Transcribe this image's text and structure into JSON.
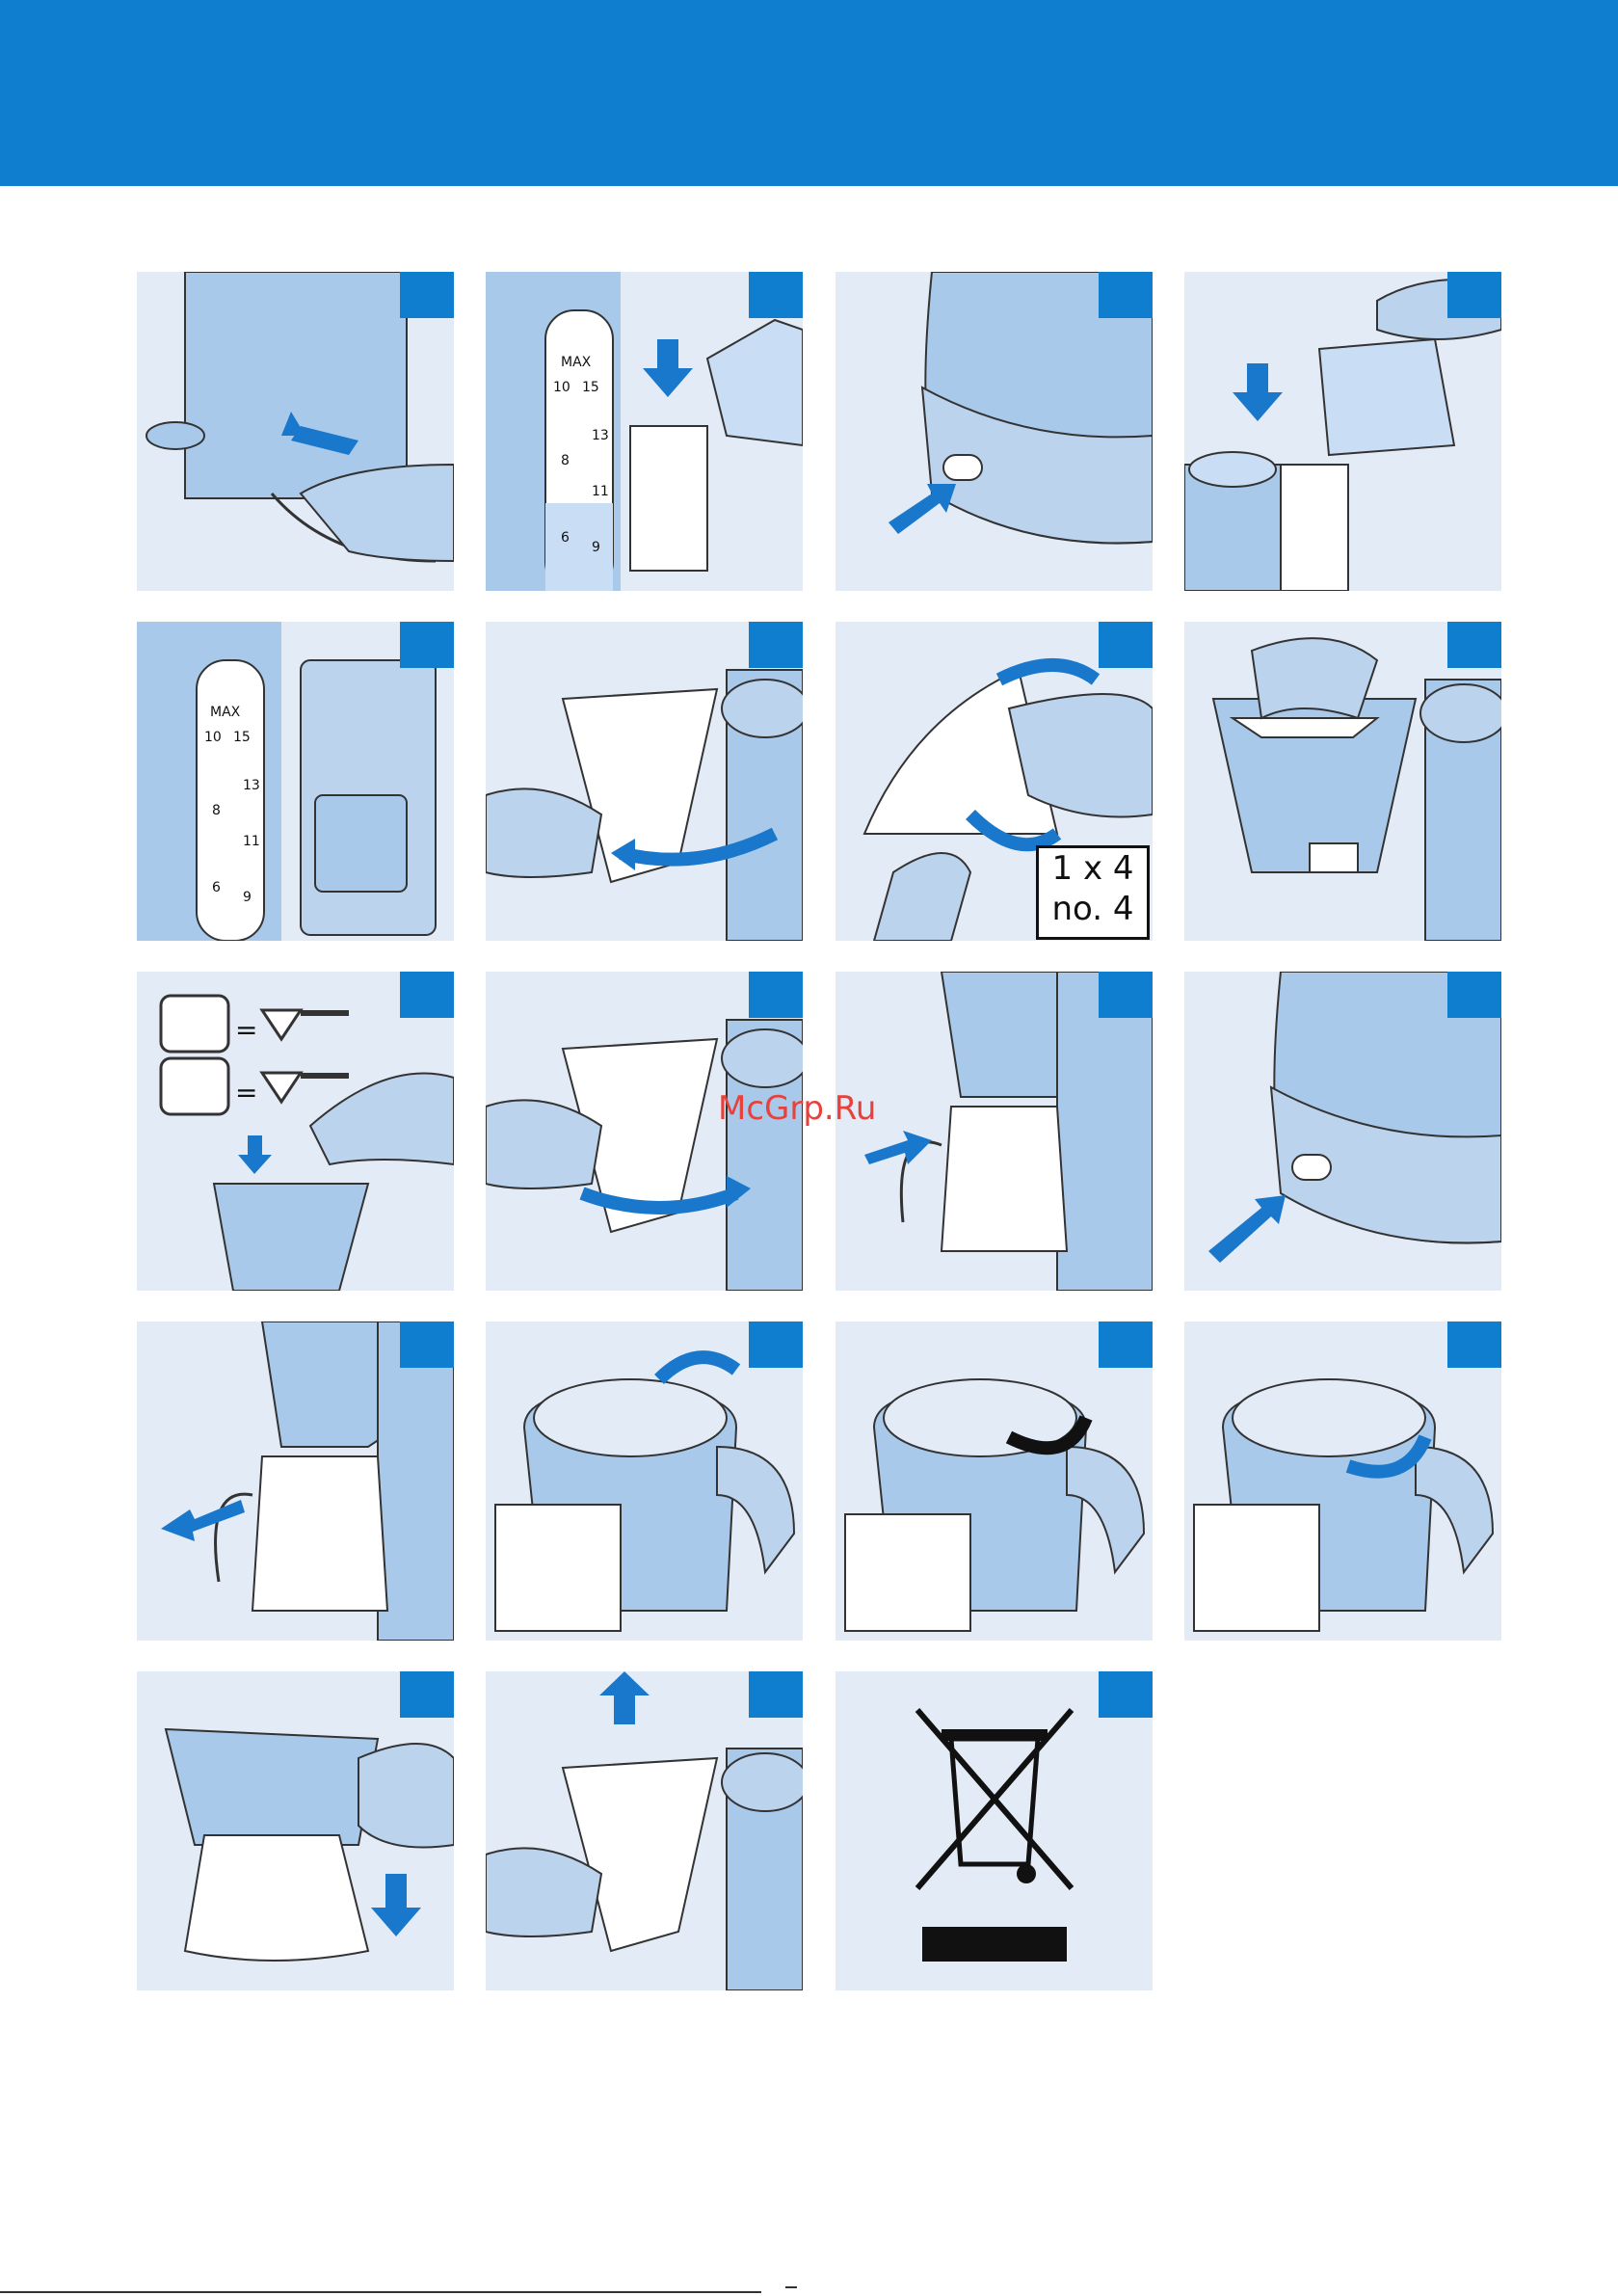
{
  "header": {
    "color": "#0f7ecf"
  },
  "watermark": "McGrp.Ru",
  "panel_background": "#e3ebf7",
  "accent_arrow": "#1a78cc",
  "panels": [
    {
      "icon": "plug-cable-icon"
    },
    {
      "icon": "water-tank-fill-icon",
      "scale": {
        "max": "MAX",
        "a1": "10",
        "a2": "15",
        "b1": "13",
        "b2": "8",
        "c1": "11",
        "c2": "6",
        "c3": "9"
      }
    },
    {
      "icon": "switch-press-icon"
    },
    {
      "icon": "jug-pour-icon"
    },
    {
      "icon": "water-level-icon",
      "scale": {
        "max": "MAX",
        "a1": "10",
        "a2": "15",
        "b1": "13",
        "b2": "8",
        "c1": "11",
        "c2": "6",
        "c3": "9"
      }
    },
    {
      "icon": "filter-holder-swing-icon"
    },
    {
      "icon": "paper-filter-fold-icon",
      "label_line1": "1 x 4",
      "label_line2": "no. 4"
    },
    {
      "icon": "filter-insert-icon"
    },
    {
      "icon": "coffee-measure-icon"
    },
    {
      "icon": "filter-holder-close-icon"
    },
    {
      "icon": "jug-place-icon"
    },
    {
      "icon": "switch-on-icon"
    },
    {
      "icon": "jug-remove-icon"
    },
    {
      "icon": "lid-turn-icon"
    },
    {
      "icon": "lid-pour-position-icon"
    },
    {
      "icon": "lid-close-icon"
    },
    {
      "icon": "filter-empty-icon"
    },
    {
      "icon": "filter-holder-remove-icon"
    },
    {
      "icon": "weee-bin-icon"
    }
  ]
}
